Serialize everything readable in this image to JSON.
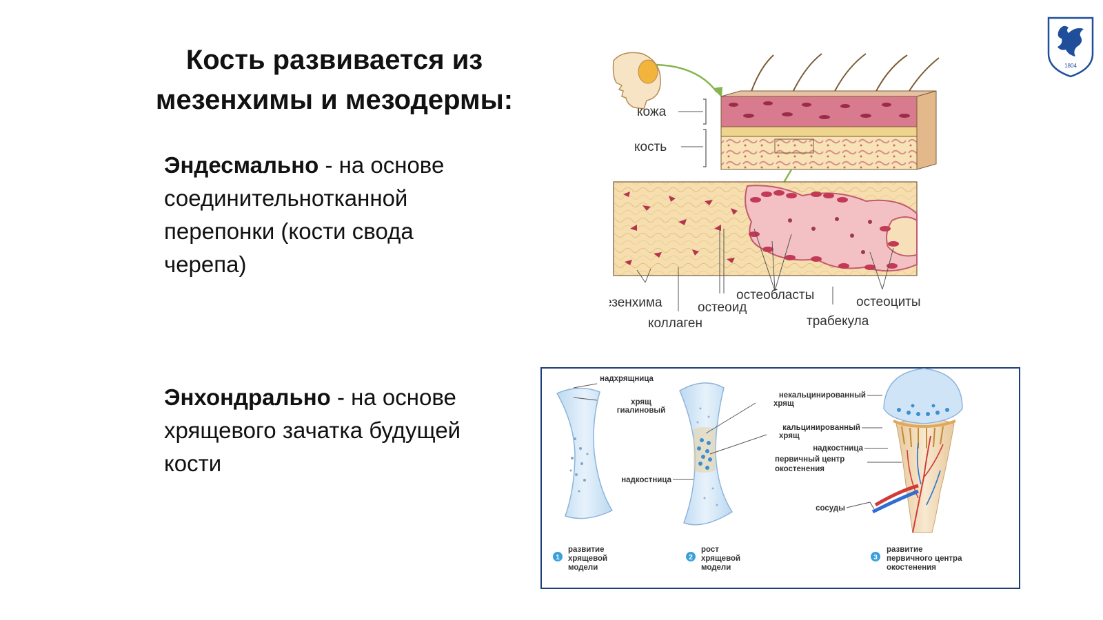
{
  "slide": {
    "title_line1": "Кость развивается из",
    "title_line2": "мезенхимы и мезодермы:"
  },
  "paragraph1": {
    "term": "Эндесмально",
    "rest_line1": " - на основе",
    "line2": "соединительнотканной",
    "line3": "перепонки  (кости свода",
    "line4": "черепа)"
  },
  "paragraph2": {
    "term": "Энхондрально",
    "rest_line1": " - на основе",
    "line2": "хрящевого зачатка будущей",
    "line3": "кости"
  },
  "logo": {
    "year": "1804",
    "color": "#1f4e9a"
  },
  "figure1": {
    "labels": {
      "skin": "кожа",
      "bone": "кость",
      "mesenchyme": "мезенхима",
      "collagen": "коллаген",
      "osteoid": "остеоид",
      "osteoblasts": "остеобласты",
      "trabecula": "трабекула",
      "osteocytes": "остеоциты"
    }
  },
  "figure2": {
    "labels": {
      "perichondrium": "надхрящница",
      "hyaline_l1": "хрящ",
      "hyaline_l2": "гиалиновый",
      "periosteum_mid": "надкостница",
      "uncalc_l1": "некальцинированный",
      "uncalc_l2": "хрящ",
      "calc_l1": "кальцинированный",
      "calc_l2": "хрящ",
      "periosteum_right": "надкостница",
      "primary_l1": "первичный центр",
      "primary_l2": "окостенения",
      "vessels": "сосуды"
    },
    "stages": [
      {
        "number": "1",
        "l1": "развитие",
        "l2": "хрящевой",
        "l3": "модели"
      },
      {
        "number": "2",
        "l1": "рост",
        "l2": "хрящевой",
        "l3": "модели"
      },
      {
        "number": "3",
        "l1": "развитие",
        "l2": "первичного центра",
        "l3": "окостенения"
      }
    ]
  }
}
